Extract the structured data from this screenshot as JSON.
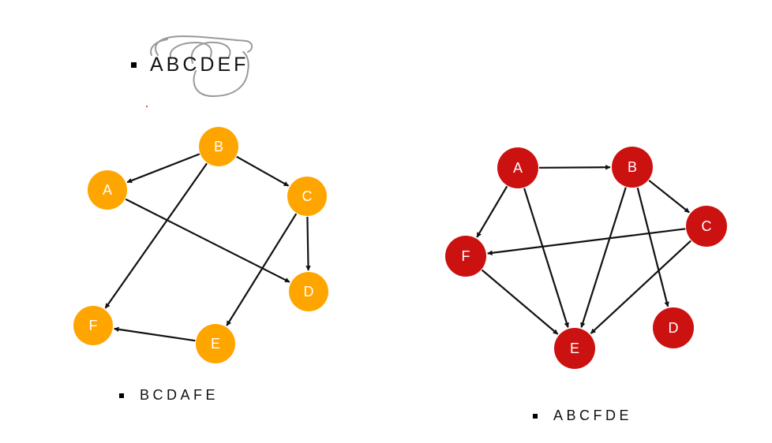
{
  "captions": {
    "top": "ABCDEF",
    "left": "BCDAFE",
    "right": "ABCFDE"
  },
  "colors": {
    "left_graph_node": "#FFA500",
    "right_graph_node": "#CC1111",
    "edge": "#111111",
    "scribble": "#9a9a9a"
  },
  "graphs": {
    "left": {
      "nodes": [
        "A",
        "B",
        "C",
        "D",
        "E",
        "F"
      ],
      "edges": [
        [
          "B",
          "A"
        ],
        [
          "B",
          "C"
        ],
        [
          "B",
          "F"
        ],
        [
          "A",
          "D"
        ],
        [
          "C",
          "D"
        ],
        [
          "C",
          "E"
        ],
        [
          "E",
          "F"
        ]
      ]
    },
    "right": {
      "nodes": [
        "A",
        "B",
        "C",
        "D",
        "E",
        "F"
      ],
      "edges": [
        [
          "A",
          "B"
        ],
        [
          "A",
          "F"
        ],
        [
          "A",
          "E"
        ],
        [
          "B",
          "C"
        ],
        [
          "B",
          "E"
        ],
        [
          "B",
          "D"
        ],
        [
          "C",
          "F"
        ],
        [
          "C",
          "E"
        ],
        [
          "F",
          "E"
        ]
      ]
    }
  }
}
